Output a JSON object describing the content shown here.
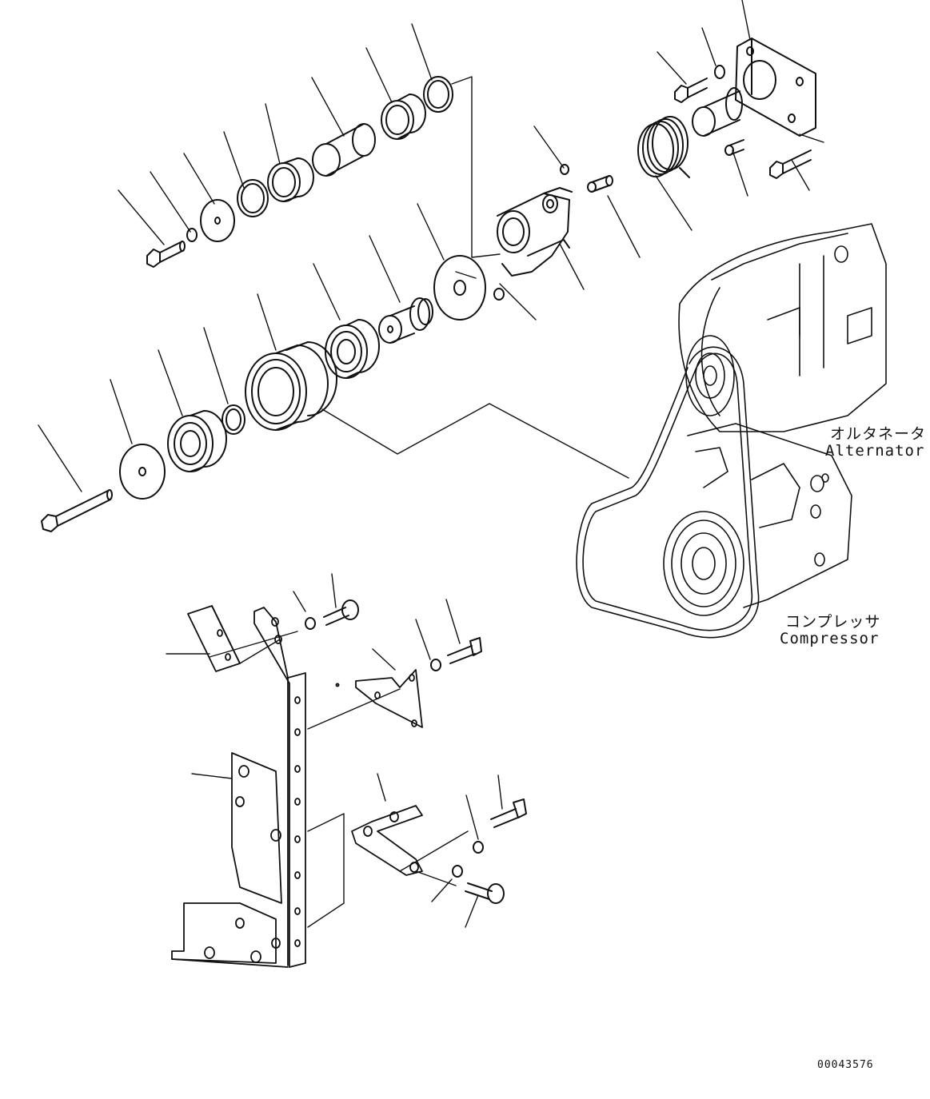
{
  "labels": {
    "alternator_jp": "オルタネータ",
    "alternator_en": "Alternator",
    "compressor_jp": "コンプレッサ",
    "compressor_en": "Compressor",
    "drawing_number": "00043576"
  },
  "colors": {
    "line": "#111111",
    "background": "#ffffff"
  }
}
